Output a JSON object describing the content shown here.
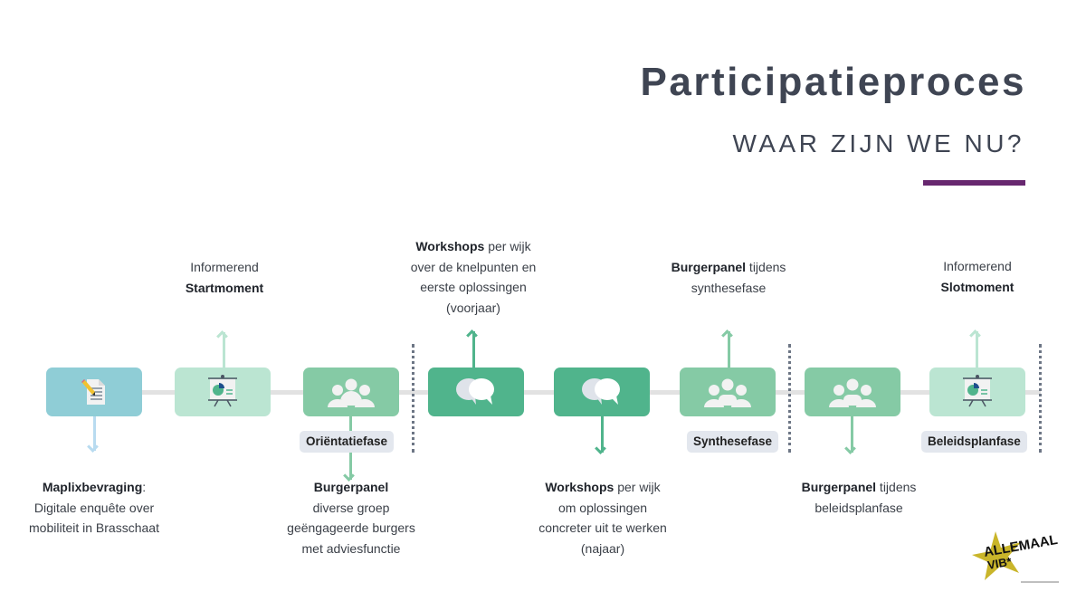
{
  "header": {
    "title": "Participatieproces",
    "subtitle": "WAAR ZIJN WE NU?"
  },
  "colors": {
    "accent": "#67276f",
    "title": "#3f4553",
    "timeline": "#e2e2e2",
    "survey_node": "#8fcdd6",
    "info_node": "#bbe5d2",
    "panel_node": "#85caa5",
    "workshop_node": "#50b48c",
    "phase_badge": "#e3e7ee",
    "divider": "#6d7685"
  },
  "nodes": [
    {
      "type": "survey",
      "icon": "document-pencil-icon",
      "direction": "down",
      "bold": "Maplixbevraging",
      "bold_suffix": ":",
      "lines": [
        "Digitale enquête over",
        "mobiliteit in Brasschaat"
      ]
    },
    {
      "type": "info",
      "icon": "presentation-board-icon",
      "direction": "up",
      "pre": "Informerend",
      "bold": "Startmoment"
    },
    {
      "type": "panel",
      "icon": "group-icon",
      "direction": "down",
      "bold": "Burgerpanel",
      "lines": [
        "diverse groep",
        "geëngageerde burgers",
        "met adviesfunctie"
      ]
    },
    {
      "type": "workshop",
      "icon": "chat-bubbles-icon",
      "direction": "up",
      "bold": "Workshops",
      "bold_tail": " per wijk",
      "lines": [
        "over de knelpunten en",
        "eerste oplossingen",
        "(voorjaar)"
      ]
    },
    {
      "type": "workshop",
      "icon": "chat-bubbles-icon",
      "direction": "down",
      "bold": "Workshops",
      "bold_tail": " per wijk",
      "lines": [
        "om oplossingen",
        "concreter uit te werken",
        "(najaar)"
      ]
    },
    {
      "type": "panel",
      "icon": "group-icon",
      "direction": "up",
      "bold": "Burgerpanel",
      "bold_tail": " tijdens",
      "lines": [
        "synthesefase"
      ]
    },
    {
      "type": "panel-dark",
      "icon": "group-icon",
      "direction": "down",
      "bold": "Burgerpanel",
      "bold_tail": " tijdens",
      "lines": [
        "beleidsplanfase"
      ]
    },
    {
      "type": "info",
      "icon": "presentation-board-icon",
      "direction": "up",
      "pre": "Informerend",
      "bold": "Slotmoment"
    }
  ],
  "phases": [
    "Oriëntatiefase",
    "Synthesefase",
    "Beleidsplanfase"
  ],
  "logo": {
    "line1": "ALLEMAAL",
    "line2": "VIB*"
  }
}
